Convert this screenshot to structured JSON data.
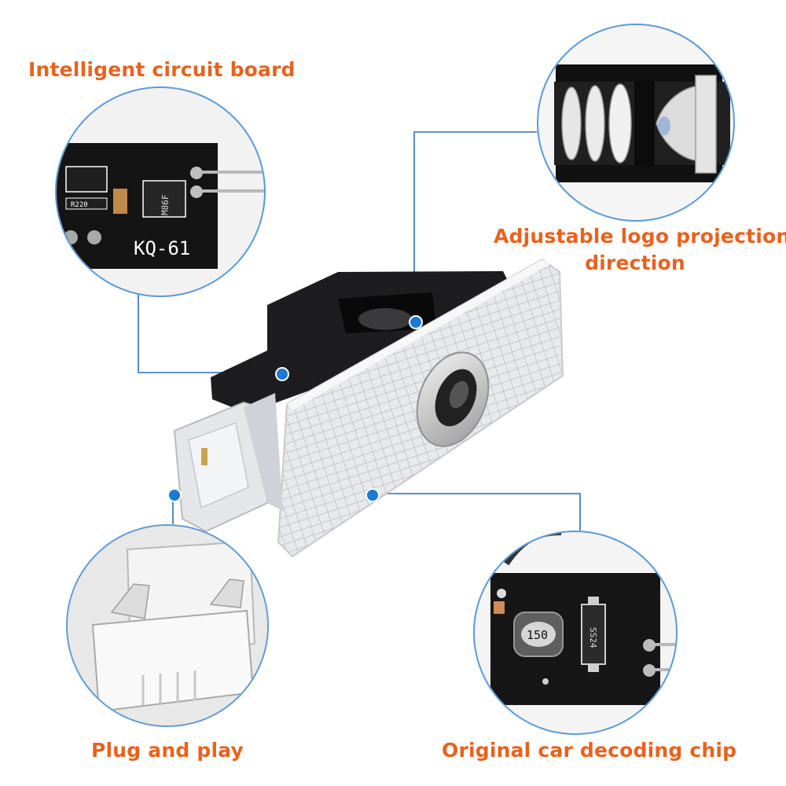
{
  "features": {
    "circuit_board": "Intelligent circuit board",
    "projection_line1": "Adjustable logo projection",
    "projection_line2": "direction",
    "plug": "Plug and play",
    "decoding_chip": "Original car decoding chip"
  },
  "board_marks": {
    "model": "KQ-61",
    "resistor": "R220",
    "chip": "M86F",
    "inductor": "150",
    "diode": "SS24"
  },
  "colors": {
    "label": "#e8621e",
    "callout_line": "#2b6fb3",
    "callout_dot": "#1a7ad4",
    "circle_border": "#5b9bd5"
  }
}
